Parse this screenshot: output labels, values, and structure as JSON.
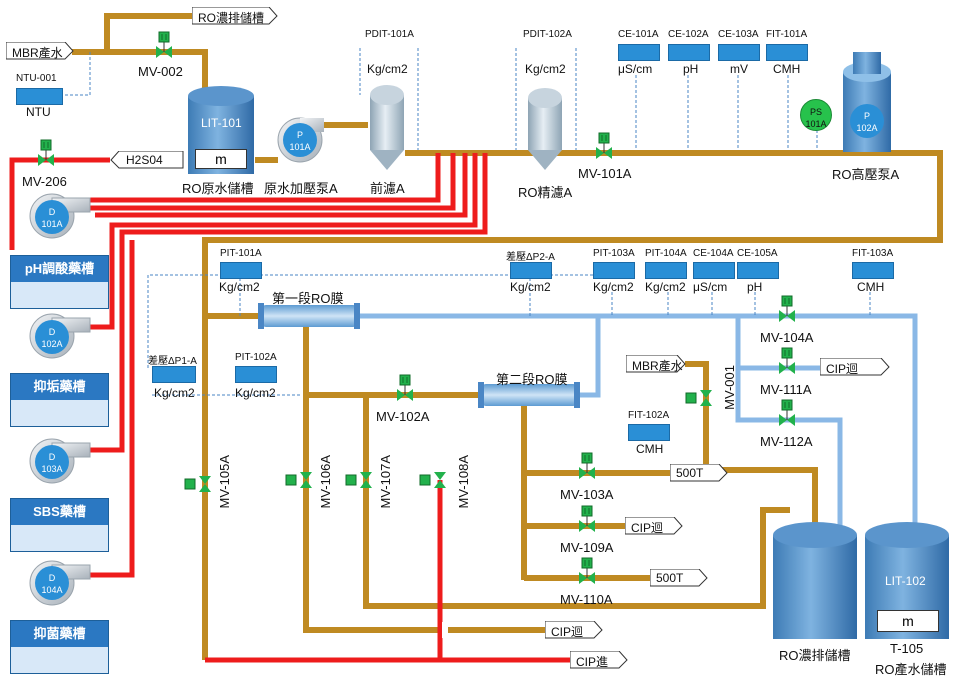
{
  "colors": {
    "brown": "#bf8a22",
    "red": "#ee1c1c",
    "blue": "#8ab8e6",
    "tag": "#2a8fd6",
    "valve": "#22b14c"
  },
  "flags": {
    "ro_waste_top": "RO濃排儲槽",
    "mbr_in_top": "MBR產水",
    "h2s04": "H2S04",
    "cip_return_1": "CIP迴",
    "mbr_in_mid": "MBR產水",
    "t500_1": "500T",
    "cip_return_2": "CIP迴",
    "t500_2": "500T",
    "cip_return_3": "CIP迴",
    "cip_in": "CIP進"
  },
  "instruments": {
    "ntu": {
      "name": "NTU-001",
      "unit": "NTU"
    },
    "pdit101a": {
      "name": "PDIT-101A",
      "unit": "Kg/cm2"
    },
    "pdit102a": {
      "name": "PDIT-102A",
      "unit": "Kg/cm2"
    },
    "ce101a": {
      "name": "CE-101A",
      "unit": "μS/cm"
    },
    "ce102a": {
      "name": "CE-102A",
      "unit": "pH"
    },
    "ce103a": {
      "name": "CE-103A",
      "unit": "mV"
    },
    "fit101a": {
      "name": "FIT-101A",
      "unit": "CMH"
    },
    "pit101a": {
      "name": "PIT-101A",
      "unit": "Kg/cm2"
    },
    "dp2a": {
      "name": "差壓ΔP2-A",
      "unit": "Kg/cm2"
    },
    "pit103a": {
      "name": "PIT-103A",
      "unit": "Kg/cm2"
    },
    "pit104a": {
      "name": "PIT-104A",
      "unit": "Kg/cm2"
    },
    "ce104a": {
      "name": "CE-104A",
      "unit": "μS/cm"
    },
    "ce105a": {
      "name": "CE-105A",
      "unit": "pH"
    },
    "fit103a": {
      "name": "FIT-103A",
      "unit": "CMH"
    },
    "dp1a": {
      "name": "差壓ΔP1-A",
      "unit": "Kg/cm2"
    },
    "pit102a": {
      "name": "PIT-102A",
      "unit": "Kg/cm2"
    },
    "fit102a": {
      "name": "FIT-102A",
      "unit": "CMH"
    }
  },
  "valves": {
    "mv002": "MV-002",
    "mv206": "MV-206",
    "mv101a": "MV-101A",
    "mv104a": "MV-104A",
    "mv111a": "MV-111A",
    "mv112a": "MV-112A",
    "mv001": "MV-001",
    "mv102a": "MV-102A",
    "mv105a": "MV-105A",
    "mv106a": "MV-106A",
    "mv107a": "MV-107A",
    "mv108a": "MV-108A",
    "mv103a": "MV-103A",
    "mv109a": "MV-109A",
    "mv110a": "MV-110A"
  },
  "tanks": {
    "ro_raw": {
      "tag": "LIT-101",
      "unit": "m",
      "label": "RO原水儲槽"
    },
    "ro_waste": {
      "label": "RO濃排儲槽"
    },
    "ro_product": {
      "tag": "LIT-102",
      "unit": "m",
      "id": "T-105",
      "label": "RO產水儲槽"
    }
  },
  "equipment": {
    "pump101a": {
      "badge": [
        "P",
        "101A"
      ],
      "label": "原水加壓泵A"
    },
    "prefilter": {
      "label": "前濾A"
    },
    "finefilter": {
      "label": "RO精濾A"
    },
    "hp_pump": {
      "badge": [
        "P",
        "102A"
      ],
      "label": "RO高壓泵A"
    },
    "ps101a": {
      "badge": [
        "PS",
        "101A"
      ]
    },
    "membrane1": {
      "label": "第一段RO膜"
    },
    "membrane2": {
      "label": "第二段RO膜"
    }
  },
  "dosing": [
    {
      "badge": [
        "D",
        "101A"
      ],
      "label": "pH調酸藥槽"
    },
    {
      "badge": [
        "D",
        "102A"
      ],
      "label": "抑垢藥槽"
    },
    {
      "badge": [
        "D",
        "103A"
      ],
      "label": "SBS藥槽"
    },
    {
      "badge": [
        "D",
        "104A"
      ],
      "label": "抑菌藥槽"
    }
  ]
}
